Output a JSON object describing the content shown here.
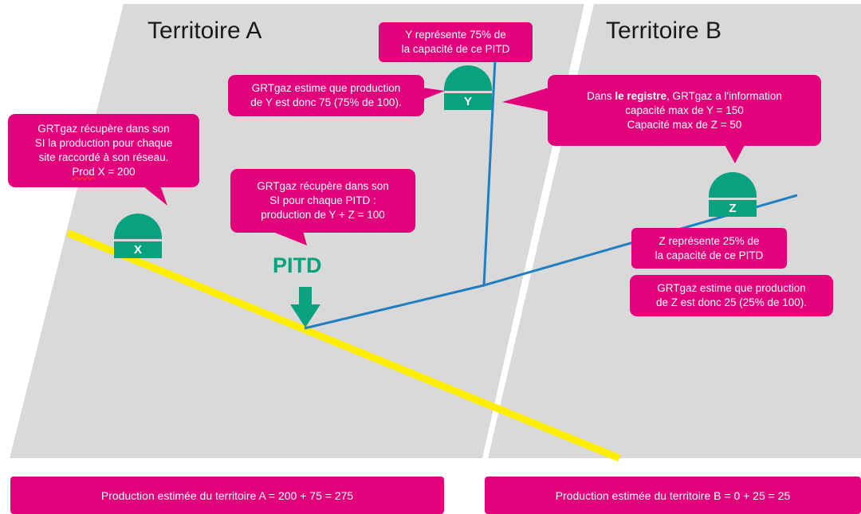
{
  "territories": {
    "a": {
      "title": "Territoire A"
    },
    "b": {
      "title": "Territoire B"
    }
  },
  "callouts": {
    "x_collect": {
      "lines": [
        "GRTgaz récupère dans son",
        "SI la production pour chaque",
        "site raccordé à son réseau."
      ],
      "prod_prefix": "Prod",
      "prod_value": " X = 200"
    },
    "pitd_collect": {
      "lines": [
        "GRTgaz récupère dans son",
        "SI pour chaque PITD :",
        "production de Y + Z = 100"
      ]
    },
    "y_share": {
      "lines": [
        "Y représente 75% de",
        "la capacité de ce PITD"
      ]
    },
    "y_estimate": {
      "lines": [
        "GRTgaz estime que production",
        "de Y est donc 75 (75% de 100)."
      ]
    },
    "registre": {
      "prefix": "Dans ",
      "bold": "le registre",
      "suffix": ", GRTgaz a l'information",
      "line2": "capacité max de Y = 150",
      "line3": "Capacité max de Z =  50"
    },
    "z_share": {
      "lines": [
        "Z représente 25% de",
        "la capacité de ce PITD"
      ]
    },
    "z_estimate": {
      "lines": [
        "GRTgaz estime que production",
        "de Z est donc 25 (25% de 100)."
      ]
    }
  },
  "sites": {
    "x": "X",
    "y": "Y",
    "z": "Z"
  },
  "pitd": {
    "label": "PITD"
  },
  "totals": {
    "a": "Production estimée du territoire A = 200 + 75 = 275",
    "b": "Production estimée du territoire B = 0 + 25 = 25"
  },
  "colors": {
    "magenta": "#e3007b",
    "green": "#08a27e",
    "blue": "#1f7fc2",
    "yellow": "#ffee00",
    "territory_bg": "#d9d9d9"
  }
}
